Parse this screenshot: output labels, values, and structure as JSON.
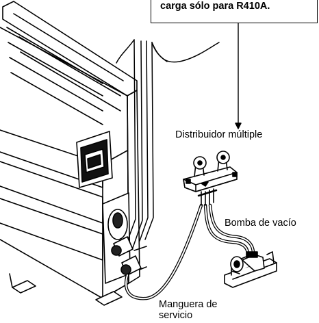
{
  "callout": {
    "text": "carga sólo para R410A."
  },
  "labels": {
    "manifold": "Distribuidor múltiple",
    "vacuum_pump": "Bomba de vacío",
    "service_hose_line1": "Manguera de",
    "service_hose_line2": "servicio"
  }
}
